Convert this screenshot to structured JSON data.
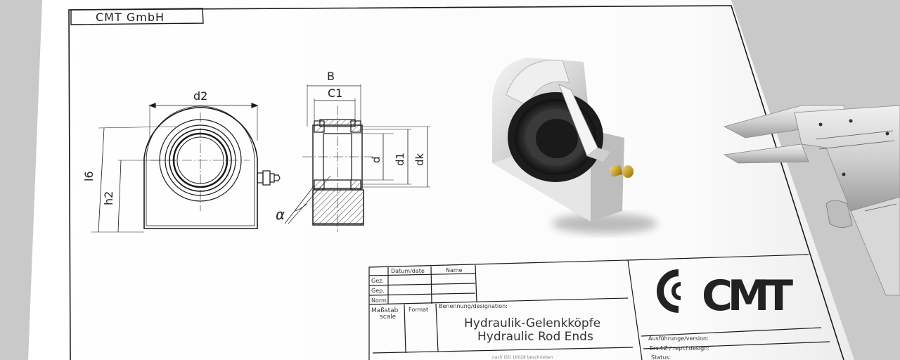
{
  "company_header": "CMT GmbH",
  "dimensions": {
    "d2": "d2",
    "l6": "l6",
    "h2": "h2",
    "alpha": "α",
    "B": "B",
    "C1": "C1",
    "d": "d",
    "d1": "d1",
    "dk": "dk"
  },
  "title_block": {
    "datum_date": "Datum/date",
    "name": "Name",
    "gez": "Gez.",
    "gep": "Gep.",
    "norm": "Norm",
    "massstab": "Maßstab",
    "scale": "scale",
    "format": "Format",
    "benennung": "Benennung/designation:",
    "designation_de": "Hydraulik-Gelenkköpfe",
    "designation_en": "Hydraulic Rod Ends",
    "ausfuehrung": "Ausführunge/version:",
    "ersatz": "Ers.f.Z / repl.f.design:",
    "status": "Status:",
    "footnote": "nach ISO 16028 beschrieben",
    "logo_text": "CMT"
  },
  "colors": {
    "background": "#c9c9c9",
    "paper": "#ffffff",
    "line": "#1a1a1a",
    "logo": "#222222"
  },
  "icons": [
    "rod-end-3d-render-icon",
    "caliper-icon",
    "cmt-logo-icon"
  ]
}
